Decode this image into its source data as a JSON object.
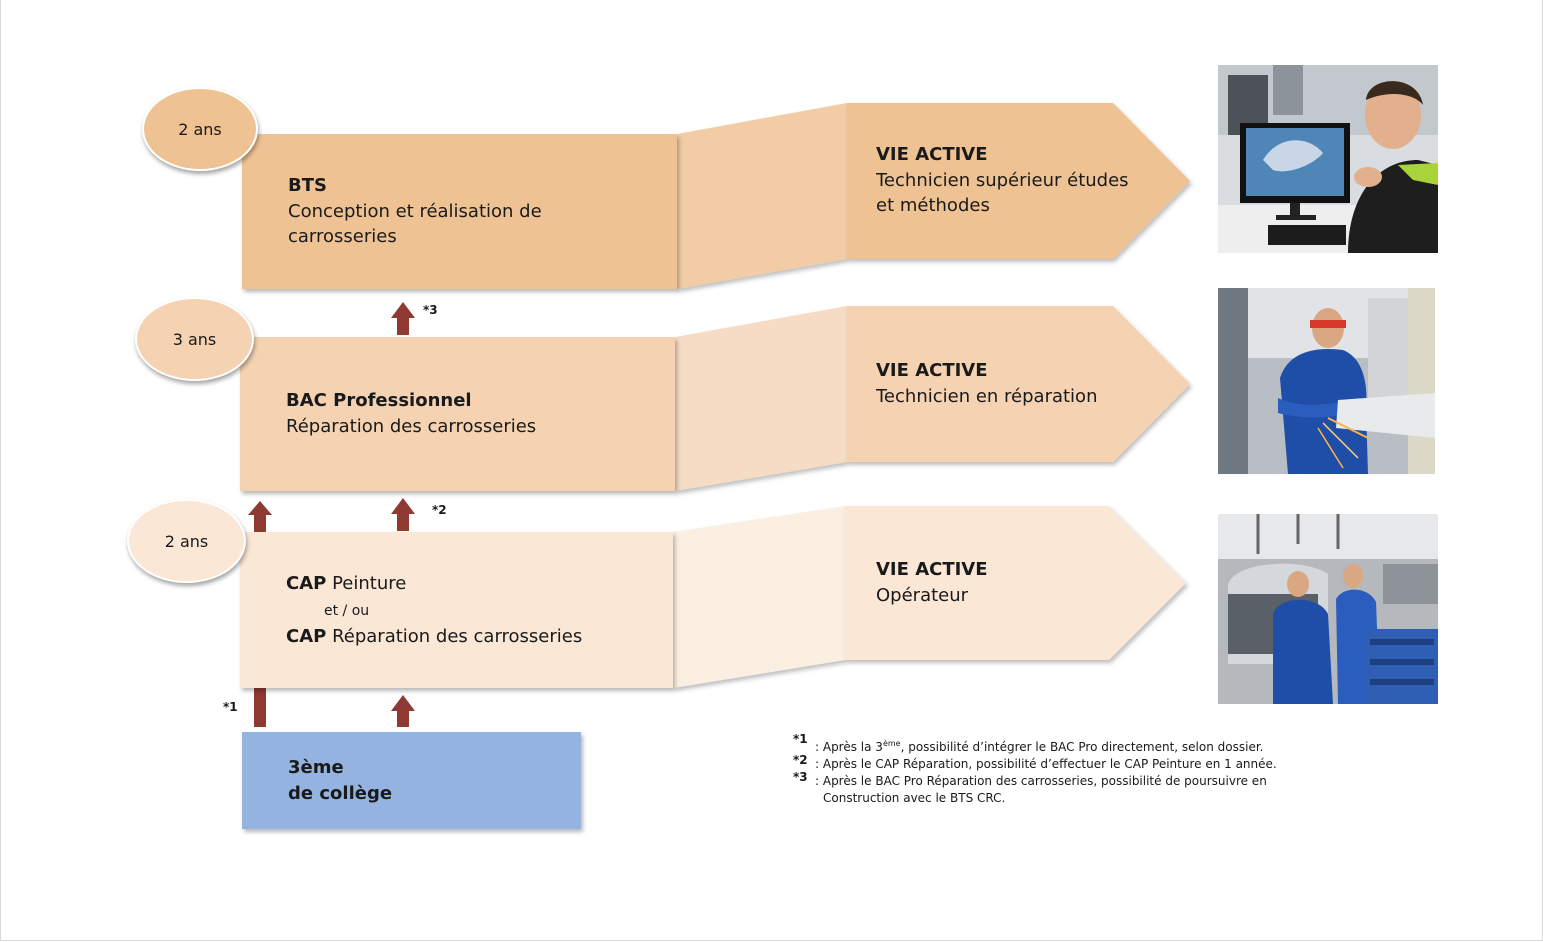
{
  "levels": {
    "bts": {
      "duration": "2 ans",
      "title": "BTS",
      "line1": "Conception et réalisation de",
      "line2": "carrosseries",
      "career_title": "VIE ACTIVE",
      "career_line1": "Technicien supérieur études",
      "career_line2": "et méthodes"
    },
    "bac": {
      "duration": "3 ans",
      "title": "BAC Professionnel",
      "line1": "Réparation des carrosseries",
      "career_title": "VIE ACTIVE",
      "career_line1": "Technicien en réparation"
    },
    "cap": {
      "duration": "2 ans",
      "cap1_prefix": "CAP",
      "cap1_rest": " Peinture",
      "connector": "et / ou",
      "cap2_prefix": "CAP",
      "cap2_rest": " Réparation des carrosseries",
      "career_title": "VIE ACTIVE",
      "career_line1": "Opérateur"
    }
  },
  "start": {
    "line1": "3ème",
    "line2": "de collège"
  },
  "markers": {
    "m1": "*1",
    "m2": "*2",
    "m3": "*3"
  },
  "footnotes": [
    {
      "mark": "*1",
      "text_a": " : Après la 3",
      "sup": "ème",
      "text_b": ", possibilité d’intégrer le BAC Pro directement, selon dossier."
    },
    {
      "mark": "*2",
      "text": " : Après le CAP Réparation, possibilité d’effectuer le CAP Peinture en 1 année."
    },
    {
      "mark": "*3",
      "text": " : Après le BAC Pro Réparation des carrosseries, possibilité de poursuivre en"
    },
    {
      "text": "Construction avec le BTS CRC."
    }
  ],
  "photos": [
    "cad-workstation-photo",
    "grinding-workshop-photo",
    "body-shop-team-photo"
  ],
  "colors": {
    "bts": "#efc293",
    "bts_connector": "#f2cca5",
    "bac": "#f4d2b2",
    "bac_connector": "#f6dcc4",
    "cap": "#fae7d6",
    "cap_connector": "#fbefe2",
    "start": "#95b3e0",
    "arrow": "#8e3a33"
  }
}
